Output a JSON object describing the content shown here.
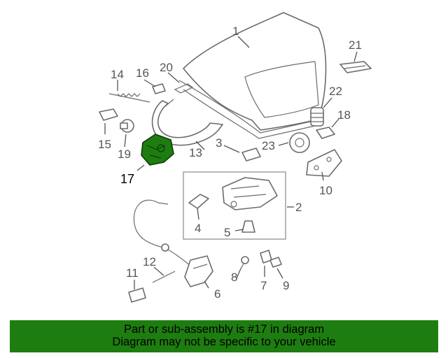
{
  "callouts": {
    "c1": "1",
    "c2": "2",
    "c3": "3",
    "c4": "4",
    "c5": "5",
    "c6": "6",
    "c7": "7",
    "c8": "8",
    "c9": "9",
    "c10": "10",
    "c11": "11",
    "c12": "12",
    "c13": "13",
    "c14": "14",
    "c15": "15",
    "c16": "16",
    "c17": "17",
    "c18": "18",
    "c19": "19",
    "c20": "20",
    "c21": "21",
    "c22": "22",
    "c23": "23"
  },
  "highlight_part": "17",
  "colors": {
    "highlight": "#1e7d10",
    "banner": "#1e7d10",
    "line": "#6b6b6b"
  },
  "banner": {
    "line1": "Part or sub-assembly is #17 in diagram",
    "line2": "Diagram may not be specific to your vehicle"
  }
}
